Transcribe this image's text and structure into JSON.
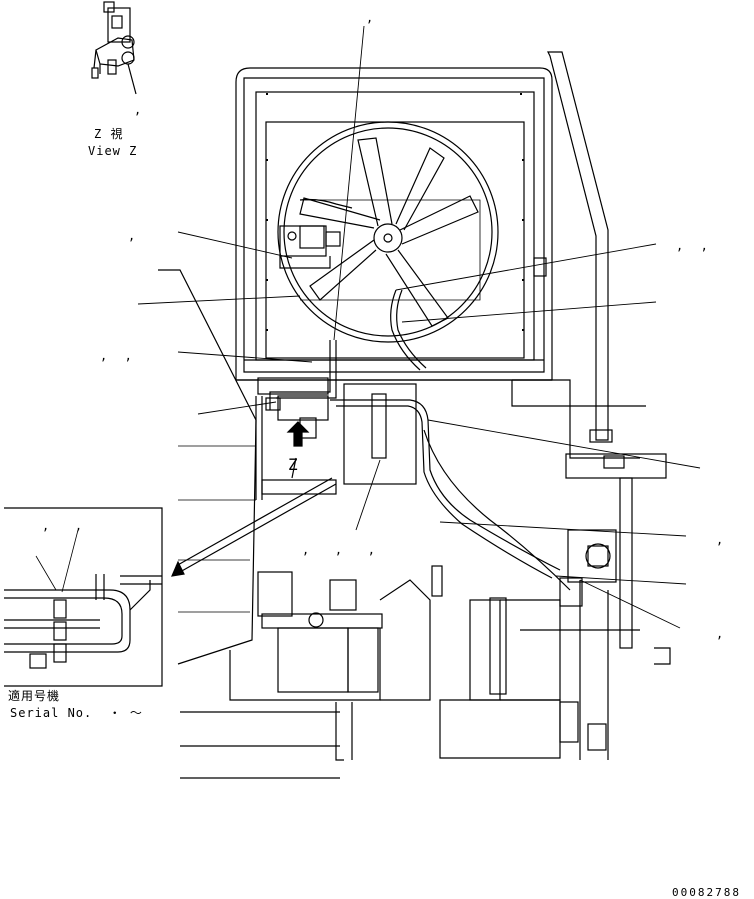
{
  "view": {
    "title_jp": "Z 視",
    "title_en": "View Z",
    "marker": "Z"
  },
  "serial": {
    "label_jp": "適用号機",
    "label_en": "Serial No.  ・ ～"
  },
  "callouts": {
    "top_center": ",",
    "view_z_comma": ",",
    "left_1": ",",
    "left_3": ",  ,",
    "right_1": ",  ,",
    "right_4": ",",
    "right_6": ",",
    "bottom_mid": ",   ,   ,",
    "inset_top": ",   ,"
  },
  "drawing_number": "00082788",
  "colors": {
    "ink": "#000000",
    "paper": "#ffffff"
  }
}
